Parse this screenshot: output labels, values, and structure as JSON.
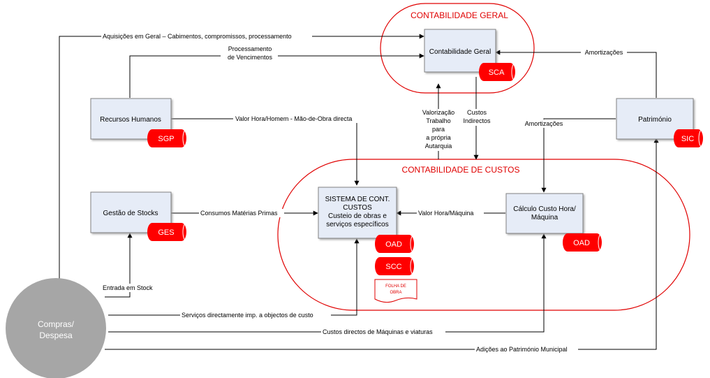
{
  "regions": {
    "contabilidade_geral": "CONTABILIDADE GERAL",
    "contabilidade_custos": "CONTABILIDADE DE CUSTOS"
  },
  "boxes": {
    "contabilidade_geral": "Contabilidade Geral",
    "recursos_humanos": "Recursos Humanos",
    "patrimonio": "Património",
    "gestao_stocks": "Gestão de Stocks",
    "sistema_custos": [
      "SISTEMA DE CONT.",
      "CUSTOS",
      "Custeio de obras e",
      "serviços específicos"
    ],
    "calculo_custo": [
      "Cálculo Custo Hora/",
      "Máquina"
    ],
    "compras": [
      "Compras/",
      "Despesa"
    ]
  },
  "tags": {
    "sca": "SCA",
    "sgp": "SGP",
    "sic": "SIC",
    "ges": "GES",
    "oad_sistema": "OAD",
    "scc": "SCC",
    "oad_calculo": "OAD"
  },
  "document": [
    "FOLHA DE",
    "OBRA"
  ],
  "flows": {
    "aquisicoes": "Aquisições em Geral – Cabimentos, compromissos, processamento",
    "processamento": [
      "Processamento",
      "de Vencimentos"
    ],
    "amortizacoes_top": "Amortizações",
    "valor_hora_homem": "Valor Hora/Homem - Mão-de-Obra directa",
    "valorizacao": [
      "Valorização",
      "Trabalho",
      "para",
      "a própria",
      "Autarquia"
    ],
    "custos_indirectos": [
      "Custos",
      "Indirectos"
    ],
    "amortizacoes_mid": "Amortizações",
    "consumos": "Consumos Matérias Primas",
    "valor_hora_maquina": "Valor Hora/Máquina",
    "entrada_stock": "Entrada em Stock",
    "servicos_directos": "Serviços directamente imp. a objectos de custo",
    "custos_maquinas": "Custos directos de Máquinas e viaturas",
    "adicoes": "Adições ao Património Municipal"
  },
  "colors": {
    "region_border": "#e00000",
    "tag_fill": "#ff0000",
    "box_fill": "#e6ecf7",
    "box_border": "#808080",
    "circle_fill": "#a6a6a6",
    "line": "#000000"
  }
}
